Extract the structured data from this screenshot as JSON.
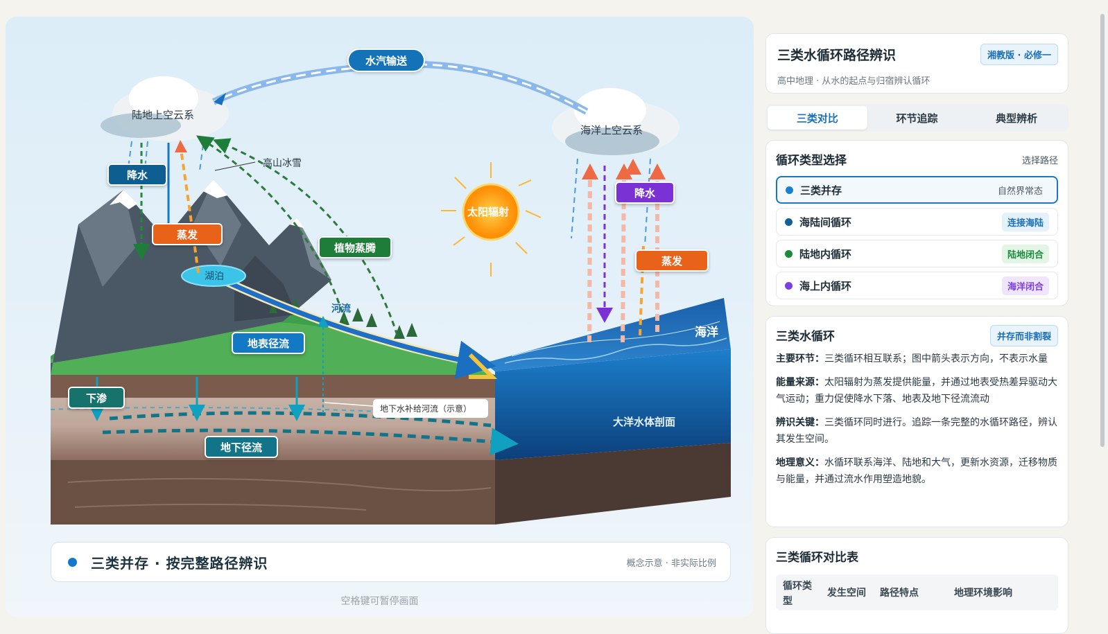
{
  "scene": {
    "clouds": {
      "land": "陆地上空云系",
      "ocean": "海洋上空云系"
    },
    "labels": {
      "vapor_transport": "水汽输送",
      "precip_land": "降水",
      "evap_land": "蒸发",
      "transpiration": "植物蒸腾",
      "snow": "高山冰雪",
      "lake": "湖泊",
      "river": "河流",
      "surface_runoff": "地表径流",
      "infiltration": "下渗",
      "groundwater_note": "地下水补给河流（示意）",
      "ground_runoff": "地下径流",
      "sun": "太阳辐射",
      "precip_ocean": "降水",
      "evap_ocean": "蒸发",
      "ocean": "海洋",
      "ocean_section": "大洋水体剖面"
    },
    "colors": {
      "precip_land": "#0f5e92",
      "evap": "#e8621a",
      "transpiration": "#1f7d3a",
      "precip_ocean": "#7b32d4",
      "groundwater": "#127488",
      "infiltration": "#16726a"
    }
  },
  "caption": {
    "title": "三类并存 · 按完整路径辨识",
    "note": "概念示意 · 非实际比例"
  },
  "hint": "空格键可暂停画面",
  "sidebar": {
    "header": {
      "title": "三类水循环路径辨识",
      "badge": "湘教版 · 必修一",
      "subtitle": "高中地理 · 从水的起点与归宿辨认循环"
    },
    "tabs": [
      "三类对比",
      "环节追踪",
      "典型辨析"
    ],
    "selector": {
      "title": "循环类型选择",
      "right": "选择路径",
      "options": [
        {
          "label": "三类并存",
          "tag": "自然界常态",
          "color": "#1a7fd0"
        },
        {
          "label": "海陆间循环",
          "tag": "连接海陆",
          "color": "#135f9a"
        },
        {
          "label": "陆地内循环",
          "tag": "陆地闭合",
          "color": "#1c8a3d"
        },
        {
          "label": "海上内循环",
          "tag": "海洋闭合",
          "color": "#7b3fe4"
        }
      ]
    },
    "info": {
      "title": "三类水循环",
      "badge": "并存而非割裂",
      "items": [
        {
          "k": "主要环节：",
          "v": "三类循环相互联系；图中箭头表示方向，不表示水量"
        },
        {
          "k": "能量来源：",
          "v": "太阳辐射为蒸发提供能量，并通过地表受热差异驱动大气运动；重力促使降水下落、地表及地下径流流动"
        },
        {
          "k": "辨识关键：",
          "v": "三类循环同时进行。追踪一条完整的水循环路径，辨认其发生空间。"
        },
        {
          "k": "地理意义：",
          "v": "水循环联系海洋、陆地和大气，更新水资源，迁移物质与能量，并通过流水作用塑造地貌。"
        }
      ]
    },
    "table": {
      "title": "三类循环对比表",
      "headers": [
        "循环类型",
        "发生空间",
        "路径特点",
        "地理环境影响"
      ]
    }
  }
}
